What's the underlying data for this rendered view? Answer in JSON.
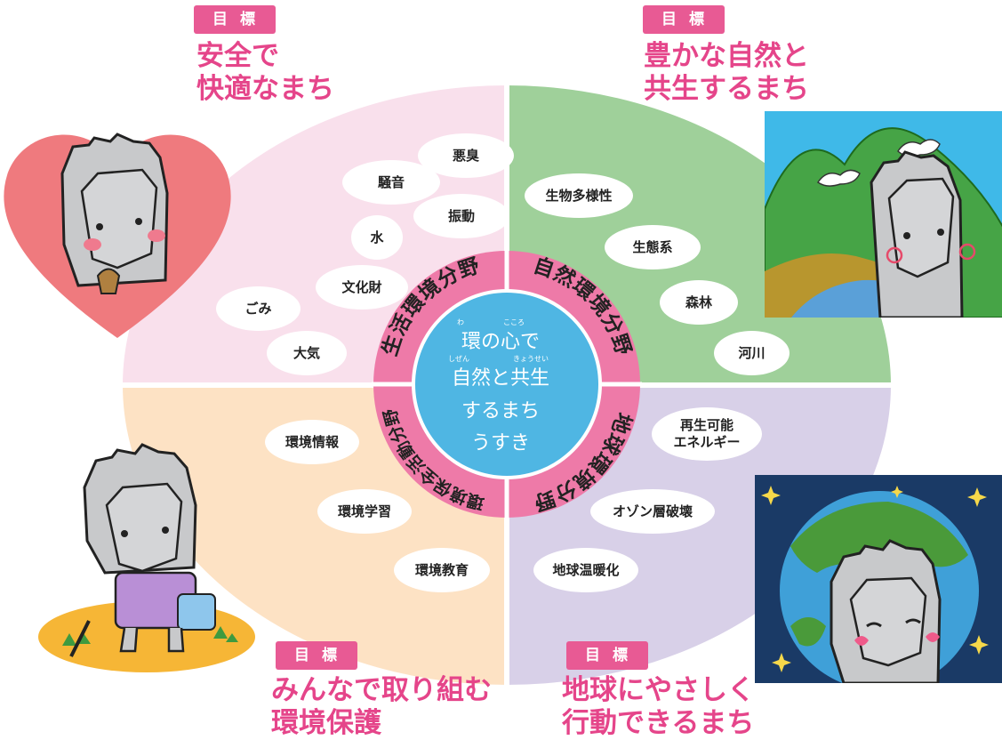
{
  "goal_badge_label": "目標",
  "goals": {
    "top_left": [
      "安全で",
      "快適なまち"
    ],
    "top_right": [
      "豊かな自然と",
      "共生するまち"
    ],
    "bottom_left": [
      "みんなで取り組む",
      "環境保護"
    ],
    "bottom_right": [
      "地球にやさしく",
      "行動できるまち"
    ]
  },
  "fields": {
    "living": "生活環境分野",
    "nature": "自然環境分野",
    "global": "地球環境分野",
    "conservation": "環境保全活動分野"
  },
  "center": {
    "lines": [
      "環の心で",
      "自然と共生",
      "するまち",
      "うすき"
    ],
    "ruby": [
      "わ",
      "こころ",
      "しぜん",
      "きょうせい"
    ]
  },
  "items": {
    "living": [
      "悪臭",
      "騒音",
      "振動",
      "水",
      "文化財",
      "ごみ",
      "大気"
    ],
    "nature": [
      "生物多様性",
      "生態系",
      "森林",
      "河川"
    ],
    "global": [
      "再生可能",
      "エネルギー",
      "オゾン層破壊",
      "地球温暖化"
    ],
    "conservation": [
      "環境情報",
      "環境学習",
      "環境教育"
    ]
  },
  "colors": {
    "accent_pink": "#e85a94",
    "quadrant_living": "#f9e0ec",
    "quadrant_nature": "#9fd09a",
    "quadrant_global": "#d8d0e8",
    "quadrant_conservation": "#fde2c4",
    "center_blue": "#4fb6e3",
    "ring_pink": "#ee7aa8"
  }
}
